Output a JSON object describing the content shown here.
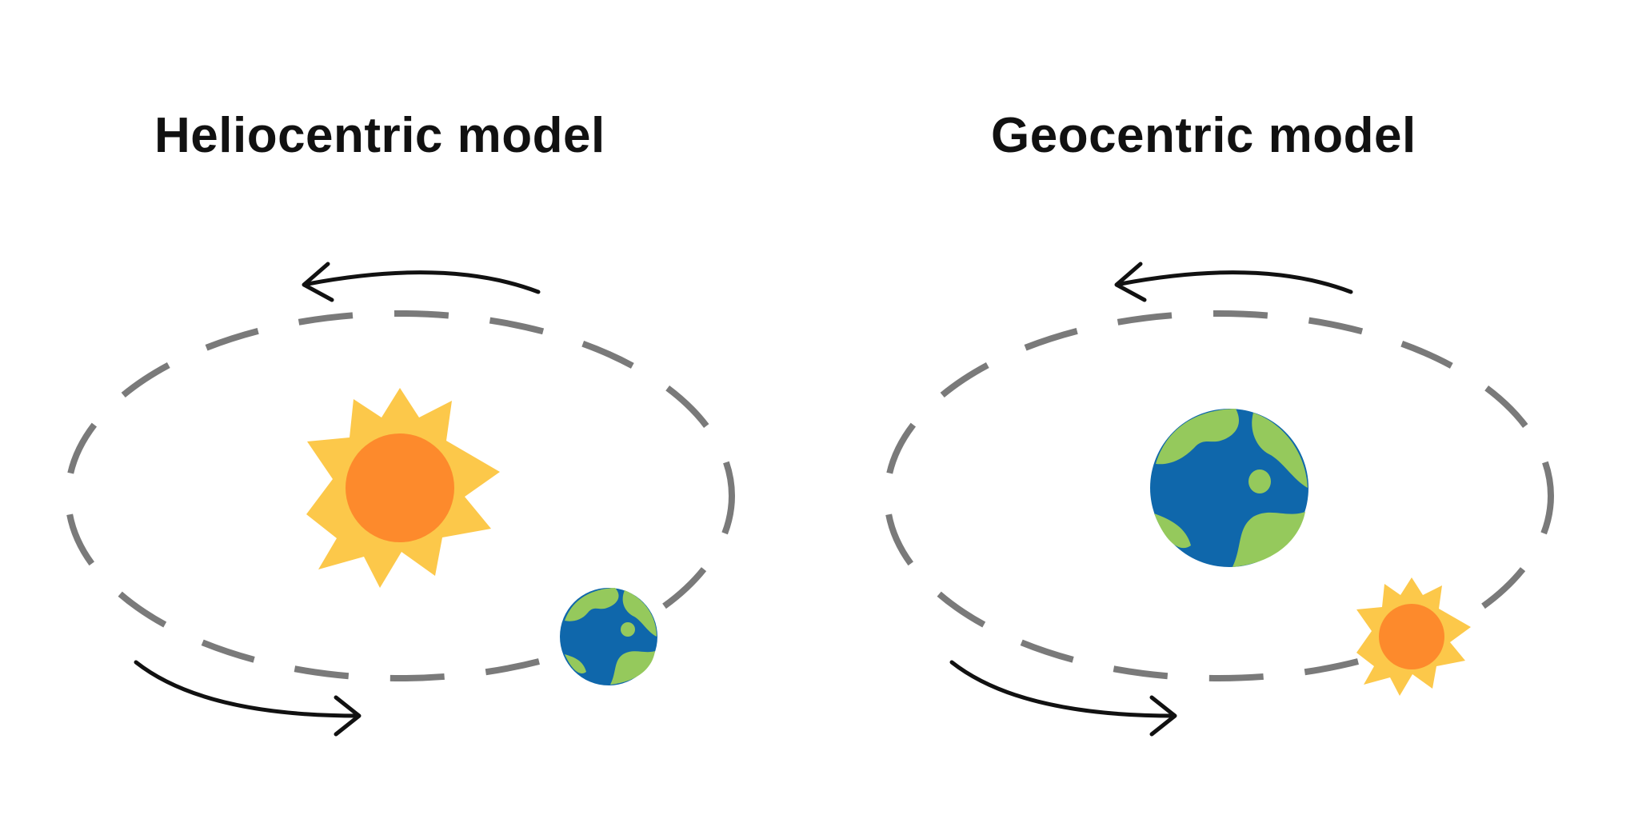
{
  "diagrams": [
    {
      "id": "heliocentric",
      "title": "Heliocentric model",
      "center_body": "sun",
      "orbiting_body": "earth",
      "direction": "counter-clockwise"
    },
    {
      "id": "geocentric",
      "title": "Geocentric model",
      "center_body": "earth",
      "orbiting_body": "sun",
      "direction": "counter-clockwise"
    }
  ],
  "colors": {
    "orbit": "#7a7a7a",
    "arrow": "#111111",
    "sun_rays": "#fcc84a",
    "sun_core": "#fd8a2c",
    "earth_ocean": "#0f67ab",
    "earth_land": "#95c95c",
    "title": "#111111",
    "background": "#ffffff"
  },
  "icons": [
    "sun-icon",
    "earth-icon",
    "direction-arrow-icon"
  ]
}
